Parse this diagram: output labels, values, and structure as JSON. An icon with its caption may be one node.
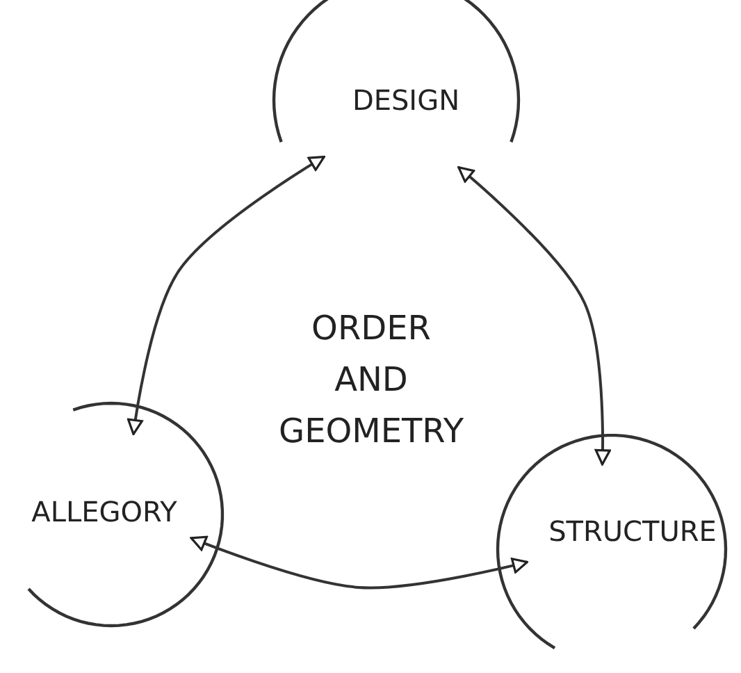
{
  "diagram": {
    "nodes": [
      {
        "text": [
          "DESIGN"
        ]
      },
      {
        "text": [
          "ALLEGORY"
        ]
      },
      {
        "text": [
          "STRUCTURE"
        ]
      }
    ],
    "edges": [
      {
        "from": 1,
        "to": 0,
        "arrow": "both"
      },
      {
        "from": 2,
        "to": 0,
        "arrow": "both"
      },
      {
        "from": 1,
        "to": 2,
        "arrow": "both"
      }
    ],
    "labels": [
      "ORDER AND GEOMETRY"
    ]
  }
}
